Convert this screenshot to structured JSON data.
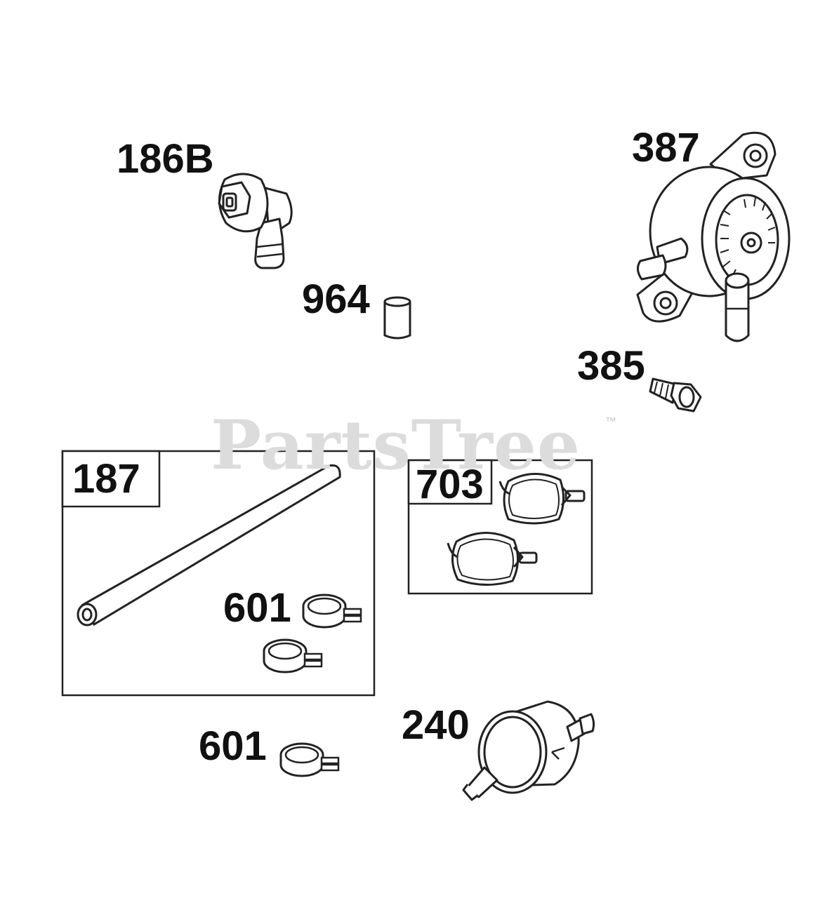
{
  "watermark": {
    "text": "PartsTree",
    "trademark": "™"
  },
  "callouts": {
    "c186B": "186B",
    "c387": "387",
    "c964": "964",
    "c385": "385",
    "c187": "187",
    "c703": "703",
    "c601a": "601",
    "c601b": "601",
    "c240": "240"
  },
  "parts": [
    {
      "number": "186B",
      "icon": "fuel-tank-elbow-fitting-icon"
    },
    {
      "number": "964",
      "icon": "spacer-sleeve-icon"
    },
    {
      "number": "387",
      "icon": "fuel-pump-icon"
    },
    {
      "number": "385",
      "icon": "screw-icon"
    },
    {
      "number": "187",
      "icon": "fuel-line-icon"
    },
    {
      "number": "601",
      "icon": "hose-clamp-icon"
    },
    {
      "number": "703",
      "icon": "wire-clip-clamp-icon"
    },
    {
      "number": "240",
      "icon": "fuel-filter-icon"
    }
  ],
  "colors": {
    "line": "#222222",
    "watermark": "#dcdcdc",
    "background": "#ffffff"
  }
}
